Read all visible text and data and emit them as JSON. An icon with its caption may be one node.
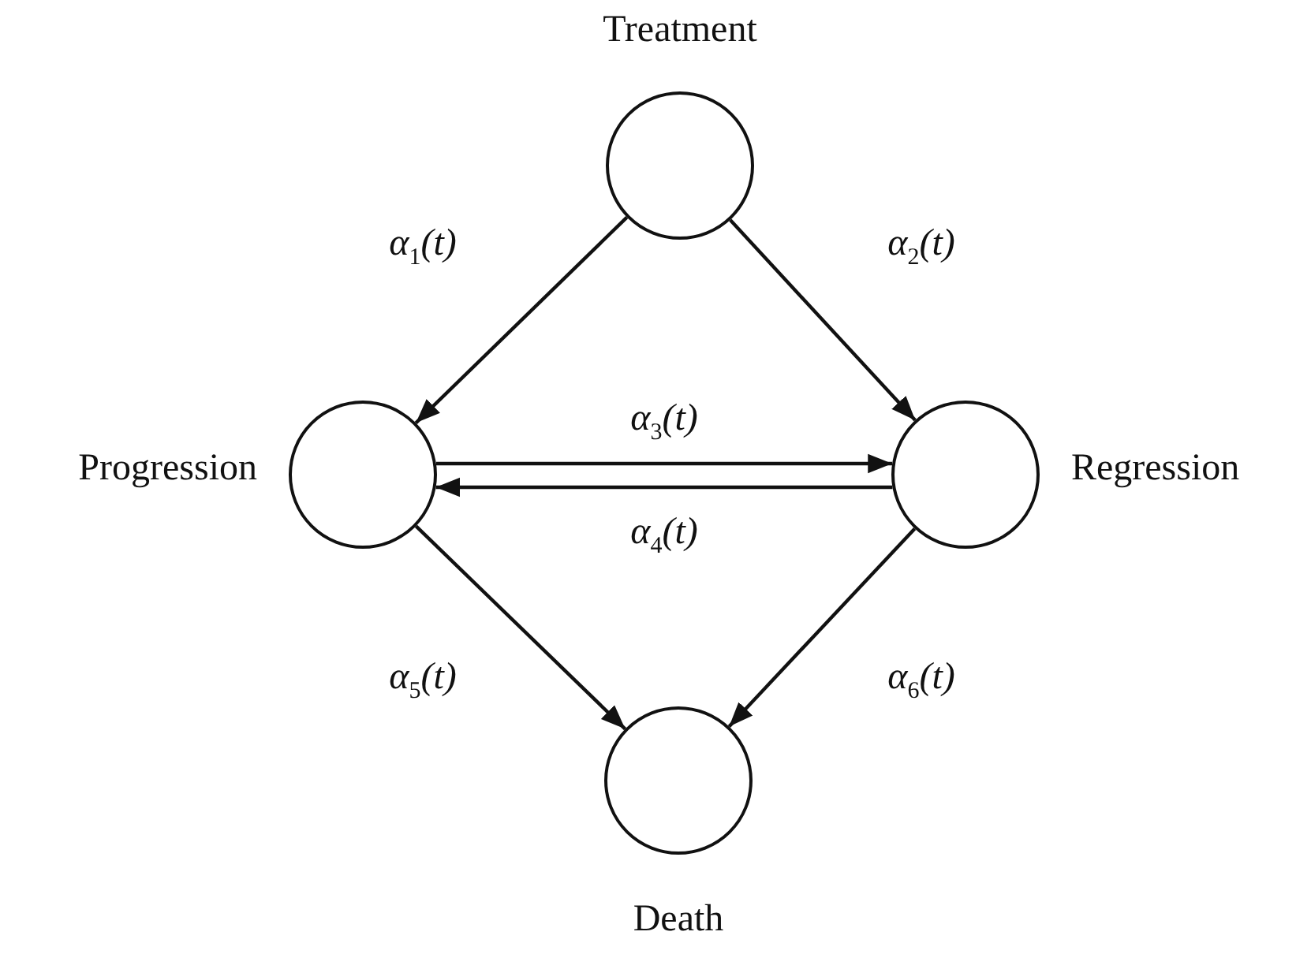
{
  "diagram": {
    "nodes": [
      {
        "text": [
          "Treatment"
        ]
      },
      {
        "text": [
          "Progression"
        ]
      },
      {
        "text": [
          "Regression"
        ]
      },
      {
        "text": [
          "Death"
        ]
      }
    ],
    "edges": [
      {
        "from": 0,
        "to": 1,
        "arrow": "to",
        "label": "α$_{1}$(t)"
      },
      {
        "from": 0,
        "to": 2,
        "arrow": "to",
        "label": "α$_{2}$(t)"
      },
      {
        "from": 1,
        "to": 2,
        "arrow": "to",
        "label": "α$_{3}$(t)"
      },
      {
        "from": 2,
        "to": 1,
        "arrow": "to",
        "label": "α$_{4}$(t)"
      },
      {
        "from": 1,
        "to": 3,
        "arrow": "to",
        "label": "α$_{5}$(t)"
      },
      {
        "from": 2,
        "to": 3,
        "arrow": "to",
        "label": "α$_{6}$(t)"
      }
    ]
  }
}
